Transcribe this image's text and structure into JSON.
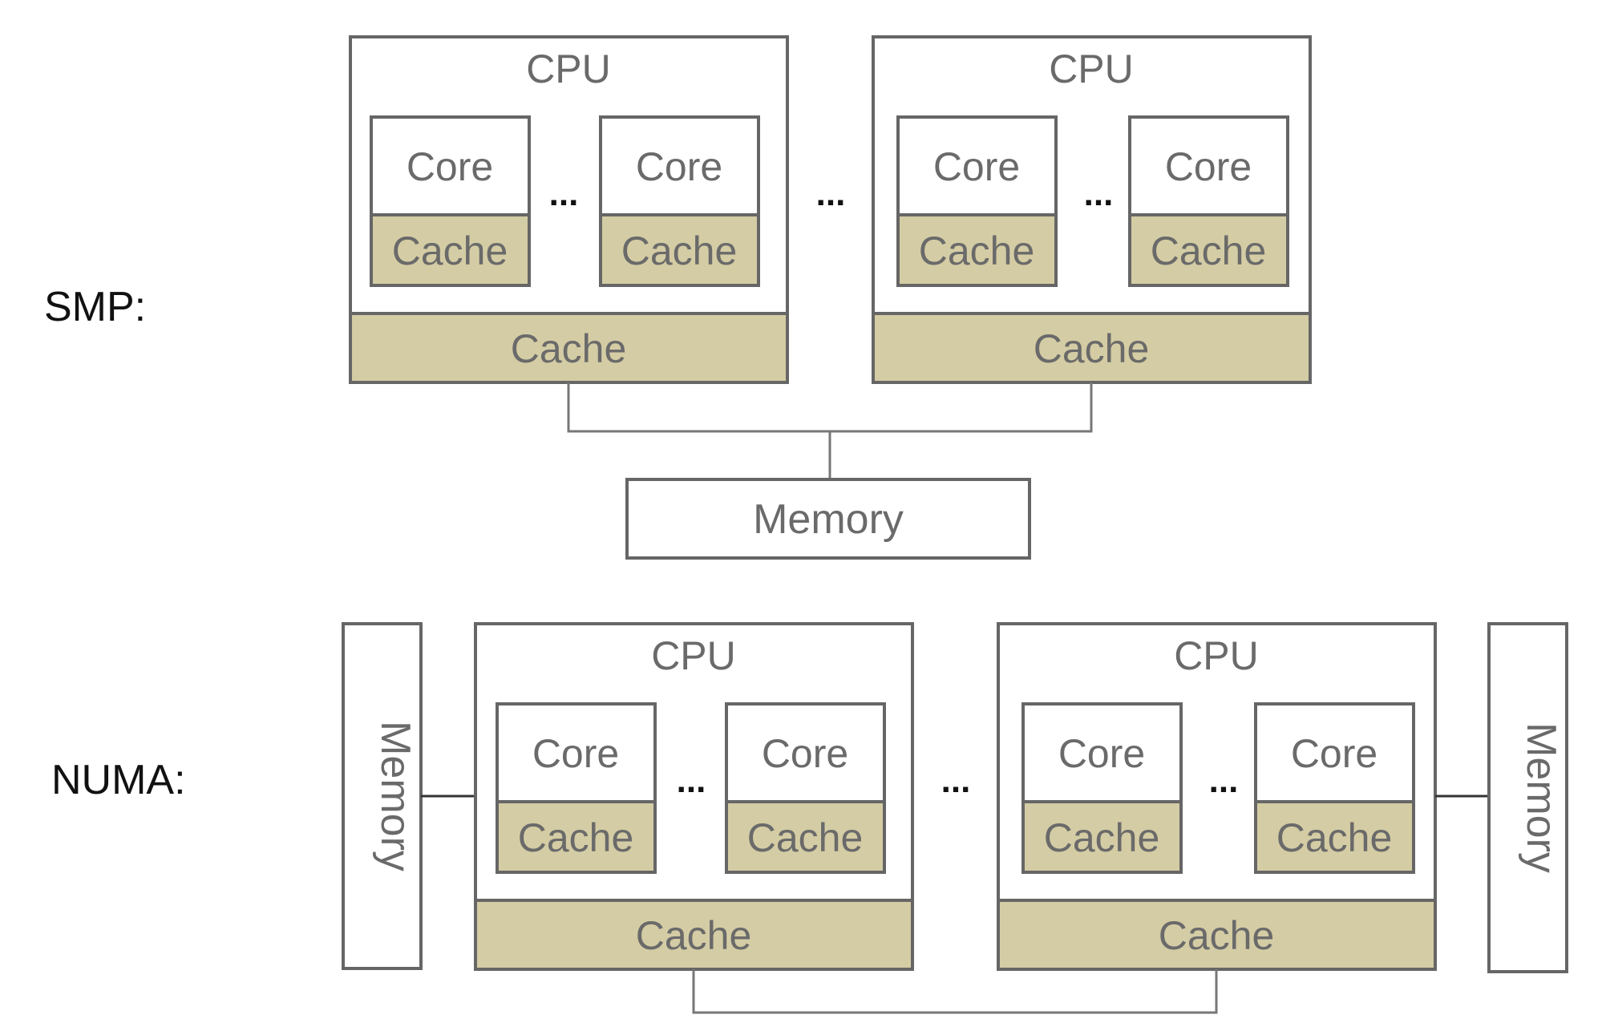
{
  "labels": {
    "smp": "SMP:",
    "numa": "NUMA:"
  },
  "text": {
    "cpu": "CPU",
    "core": "Core",
    "cache": "Cache",
    "memory": "Memory",
    "ellipsis": "..."
  },
  "colors": {
    "cache_fill": "#d4cca4",
    "border": "#666666",
    "text_gray": "#6a6a6a",
    "label_black": "#111111",
    "background": "#ffffff"
  }
}
